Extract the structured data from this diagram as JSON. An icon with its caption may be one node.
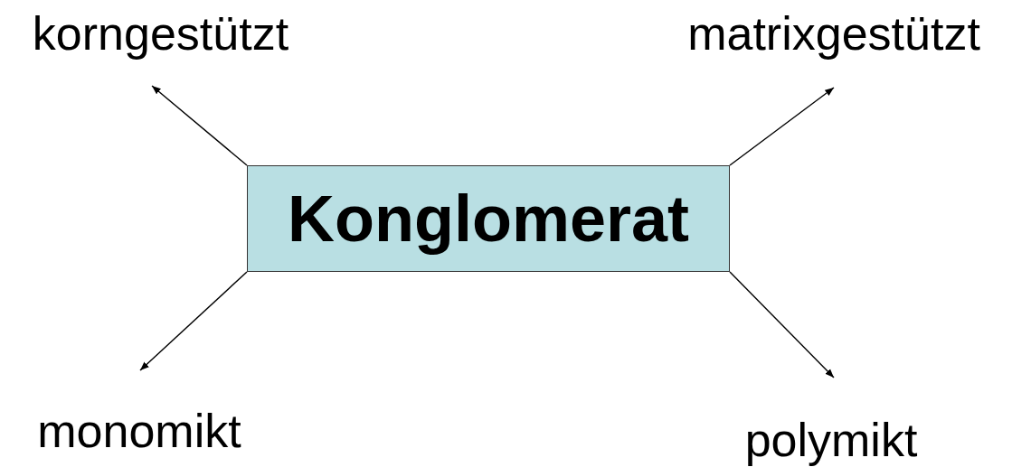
{
  "diagram": {
    "nodes": [
      {
        "text": [
          "Konglomerat"
        ]
      },
      {
        "text": [
          "korngestützt"
        ]
      },
      {
        "text": [
          "matrixgestützt"
        ]
      },
      {
        "text": [
          "monomikt"
        ]
      },
      {
        "text": [
          "polymikt"
        ]
      }
    ],
    "edges": [
      {
        "from": 0,
        "to": 1,
        "arrow": "to"
      },
      {
        "from": 0,
        "to": 2,
        "arrow": "to"
      },
      {
        "from": 0,
        "to": 3,
        "arrow": "to"
      },
      {
        "from": 0,
        "to": 4,
        "arrow": "to"
      }
    ]
  }
}
